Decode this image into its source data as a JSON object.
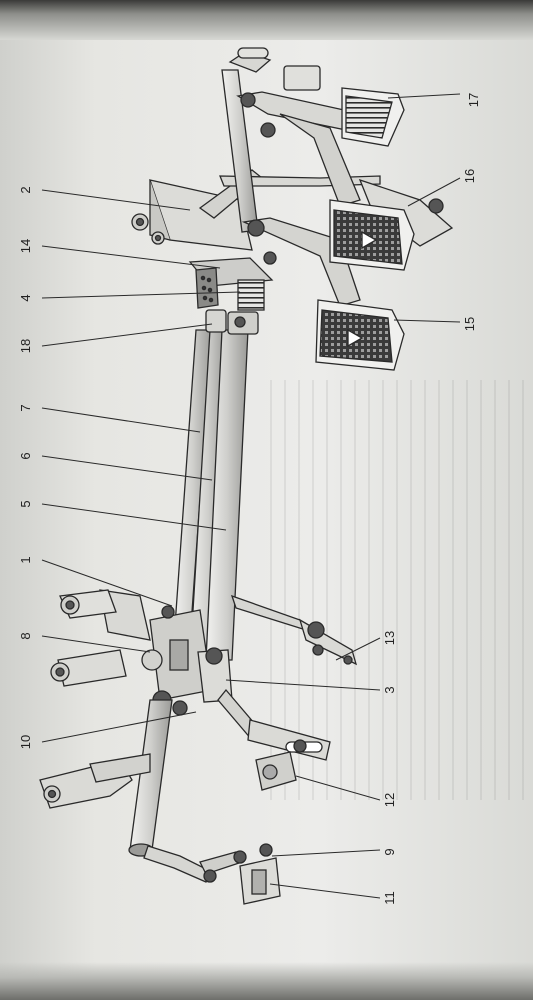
{
  "diagram": {
    "callouts": [
      {
        "id": "c17",
        "text": "17"
      },
      {
        "id": "c2",
        "text": "2"
      },
      {
        "id": "c16",
        "text": "16"
      },
      {
        "id": "c14",
        "text": "14"
      },
      {
        "id": "c4",
        "text": "4"
      },
      {
        "id": "c18",
        "text": "18"
      },
      {
        "id": "c15",
        "text": "15"
      },
      {
        "id": "c7",
        "text": "7"
      },
      {
        "id": "c6",
        "text": "6"
      },
      {
        "id": "c5",
        "text": "5"
      },
      {
        "id": "c1",
        "text": "1"
      },
      {
        "id": "c8",
        "text": "8"
      },
      {
        "id": "c13",
        "text": "13"
      },
      {
        "id": "c10",
        "text": "10"
      },
      {
        "id": "c3",
        "text": "3"
      },
      {
        "id": "c12",
        "text": "12"
      },
      {
        "id": "c9",
        "text": "9"
      },
      {
        "id": "c11",
        "text": "11"
      }
    ]
  }
}
